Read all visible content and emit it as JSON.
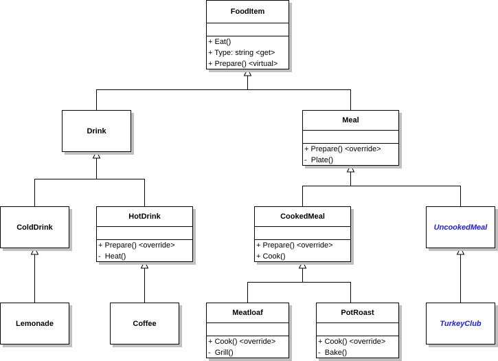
{
  "diagram": {
    "type": "uml-class-diagram",
    "classes": [
      {
        "id": "fooditem",
        "name": "FoodItem",
        "abstract": false,
        "operations": [
          "+ Eat()",
          "+ Type: string <get>",
          "+ Prepare() <virtual>"
        ]
      },
      {
        "id": "drink",
        "name": "Drink",
        "abstract": false,
        "operations": []
      },
      {
        "id": "meal",
        "name": "Meal",
        "abstract": false,
        "operations": [
          "+ Prepare() <override>",
          "-  Plate()"
        ]
      },
      {
        "id": "colddrink",
        "name": "ColdDrink",
        "abstract": false,
        "operations": []
      },
      {
        "id": "hotdrink",
        "name": "HotDrink",
        "abstract": false,
        "operations": [
          "+ Prepare() <override>",
          "-  Heat()"
        ]
      },
      {
        "id": "cookedmeal",
        "name": "CookedMeal",
        "abstract": false,
        "operations": [
          "+ Prepare() <override>",
          "+ Cook()"
        ]
      },
      {
        "id": "uncookedmeal",
        "name": "UncookedMeal",
        "abstract": true,
        "operations": []
      },
      {
        "id": "lemonade",
        "name": "Lemonade",
        "abstract": false,
        "operations": []
      },
      {
        "id": "coffee",
        "name": "Coffee",
        "abstract": false,
        "operations": []
      },
      {
        "id": "meatloaf",
        "name": "Meatloaf",
        "abstract": false,
        "operations": [
          "+ Cook() <override>",
          "-  Grill()"
        ]
      },
      {
        "id": "potroast",
        "name": "PotRoast",
        "abstract": false,
        "operations": [
          "+ Cook() <override>",
          "-  Bake()"
        ]
      },
      {
        "id": "turkeyclub",
        "name": "TurkeyClub",
        "abstract": true,
        "operations": []
      }
    ],
    "inheritance": [
      {
        "child": "Drink",
        "parent": "FoodItem"
      },
      {
        "child": "Meal",
        "parent": "FoodItem"
      },
      {
        "child": "ColdDrink",
        "parent": "Drink"
      },
      {
        "child": "HotDrink",
        "parent": "Drink"
      },
      {
        "child": "CookedMeal",
        "parent": "Meal"
      },
      {
        "child": "UncookedMeal",
        "parent": "Meal"
      },
      {
        "child": "Lemonade",
        "parent": "ColdDrink"
      },
      {
        "child": "Coffee",
        "parent": "HotDrink"
      },
      {
        "child": "Meatloaf",
        "parent": "CookedMeal"
      },
      {
        "child": "PotRoast",
        "parent": "CookedMeal"
      },
      {
        "child": "TurkeyClub",
        "parent": "UncookedMeal"
      }
    ],
    "colors": {
      "abstract_name": "#1a1aff",
      "shadow": "#c0c0c0",
      "line": "#000000"
    }
  }
}
